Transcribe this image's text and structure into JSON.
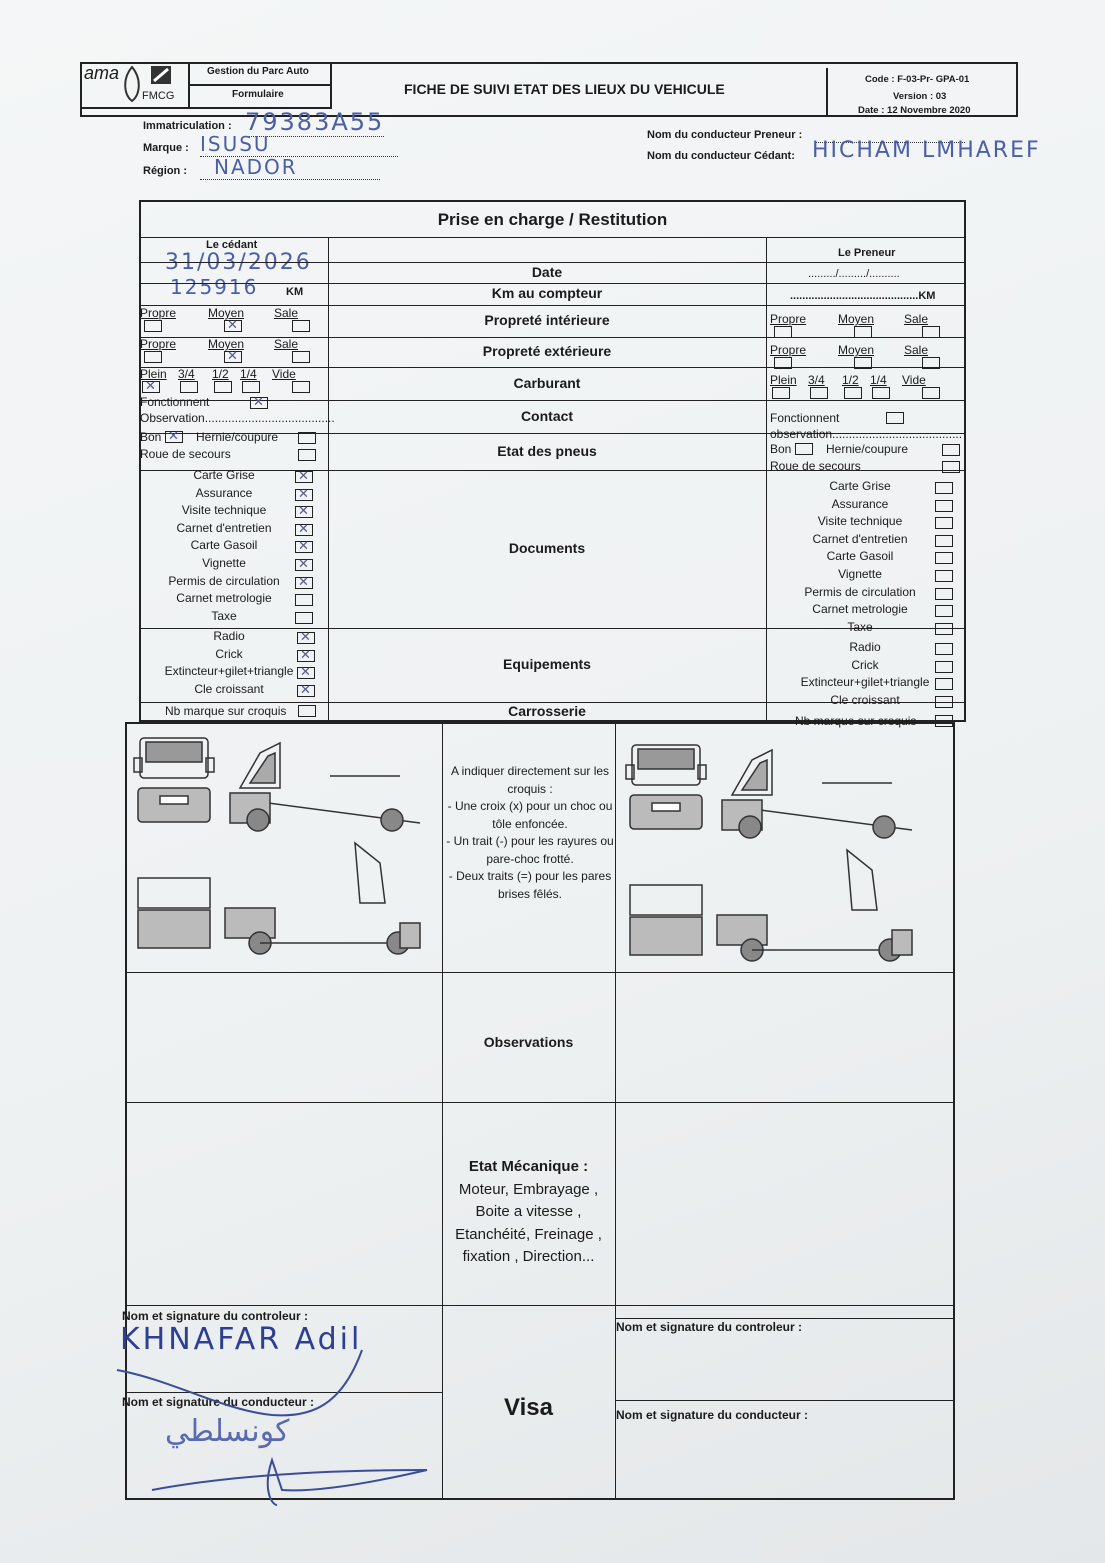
{
  "header": {
    "logo_ama": "ama",
    "logo_fmcg": "FMCG",
    "dept": "Gestion du Parc Auto",
    "type": "Formulaire",
    "title": "FICHE DE SUIVI ETAT DES LIEUX DU VEHICULE",
    "code": "Code : F-03-Pr- GPA-01",
    "version": "Version : 03",
    "date": "Date : 12 Novembre 2020"
  },
  "fields": {
    "immat_label": "Immatriculation :",
    "immat_value": "79383A55",
    "marque_label": "Marque :",
    "marque_value": "ISUSU",
    "region_label": "Région :",
    "region_value": "NADOR",
    "preneur_label": "Nom du conducteur Preneur :",
    "preneur_value": "",
    "cedant_label": "Nom du conducteur Cédant:",
    "cedant_value": "HICHAM LMHAREF"
  },
  "table": {
    "title": "Prise en charge / Restitution",
    "cedant": "Le cédant",
    "preneur": "Le Preneur",
    "rows": {
      "date": "Date",
      "km": "Km au compteur",
      "prop_int": "Propreté intérieure",
      "prop_ext": "Propreté extérieure",
      "carburant": "Carburant",
      "contact": "Contact",
      "pneus": "Etat des pneus",
      "documents": "Documents",
      "equipements": "Equipements",
      "carrosserie": "Carrosserie"
    },
    "cedant_values": {
      "date": "31/03/2026",
      "km": "125916",
      "km_unit": "KM"
    },
    "preneur_values": {
      "date": "........./........./..........",
      "km": "..........................................KM"
    },
    "prop_opts": [
      "Propre",
      "Moyen",
      "Sale"
    ],
    "fuel_opts": [
      "Plein",
      "3/4",
      "1/2",
      "1/4",
      "Vide"
    ],
    "fonctionnent": "Fonctionnent",
    "observation_c": "Observation.......................................",
    "observation_p": "observation.......................................",
    "bon": "Bon",
    "hernie": "Hernie/coupure",
    "roue": "Roue de secours",
    "docs": [
      "Carte Grise",
      "Assurance",
      "Visite technique",
      "Carnet d'entretien",
      "Carte Gasoil",
      "Vignette",
      "Permis de circulation",
      "Carnet metrologie",
      "Taxe"
    ],
    "equips": [
      "Radio",
      "Crick",
      "Extincteur+gilet+triangle",
      "Cle croissant"
    ],
    "nb_marque": "Nb marque sur croquis",
    "cedant_checks": {
      "prop_int": [
        false,
        true,
        false
      ],
      "prop_ext": [
        false,
        true,
        false
      ],
      "fuel": [
        true,
        false,
        false,
        false,
        false
      ],
      "fonctionnent": true,
      "bon": true,
      "hernie": false,
      "roue": false,
      "docs": [
        true,
        true,
        true,
        true,
        true,
        true,
        true,
        false,
        false
      ],
      "equips": [
        true,
        true,
        true,
        true
      ],
      "nb_marque": false
    },
    "preneur_checks": {
      "prop_int": [
        false,
        false,
        false
      ],
      "prop_ext": [
        false,
        false,
        false
      ],
      "fuel": [
        false,
        false,
        false,
        false,
        false
      ],
      "fonctionnent": false,
      "bon": false,
      "hernie": false,
      "roue": false,
      "docs": [
        false,
        false,
        false,
        false,
        false,
        false,
        false,
        false,
        false
      ],
      "equips": [
        false,
        false,
        false,
        false
      ],
      "nb_marque": false
    }
  },
  "croquis_instructions": [
    "A indiquer directement sur les croquis :",
    "- Une croix (x) pour un choc ou tôle enfoncée.",
    "- Un trait (-) pour les rayures ou pare-choc frotté.",
    "- Deux traits (=) pour les pares brises fêlés."
  ],
  "observations": "Observations",
  "etat_mecanique": {
    "title": "Etat Mécanique  :",
    "lines": [
      "Moteur, Embrayage ,",
      "Boite a vitesse ,",
      "Etanchéité, Freinage ,",
      "fixation , Direction..."
    ]
  },
  "signatures": {
    "controleur": "Nom et signature du controleur :",
    "conducteur": "Nom et signature du conducteur :",
    "visa": "Visa",
    "controleur_value": "KHNAFAR Adil",
    "conducteur_value": "كونسلطي"
  }
}
